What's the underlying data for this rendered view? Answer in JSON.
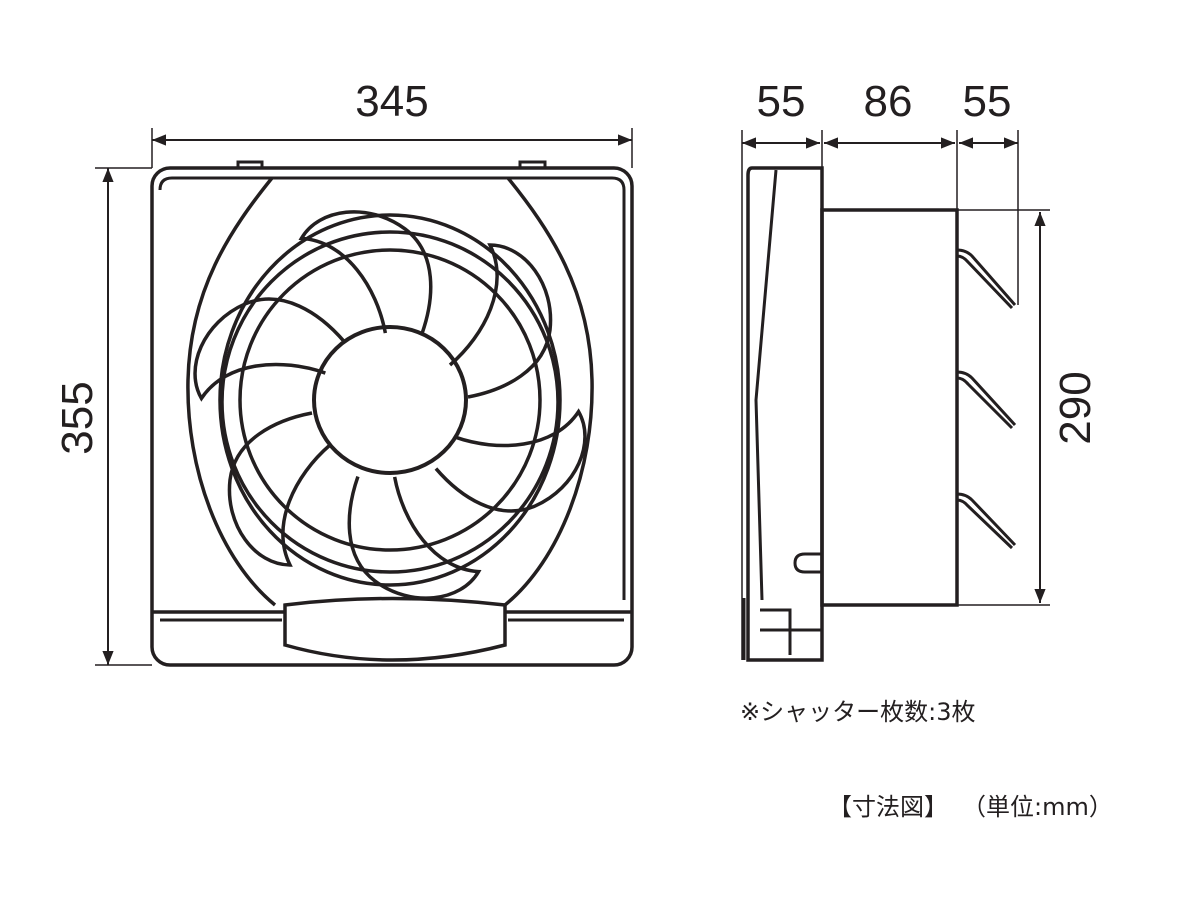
{
  "dimensions": {
    "front_width": "345",
    "front_height": "355",
    "side_front_depth": "55",
    "side_body_depth": "86",
    "side_shutter_depth": "55",
    "side_body_height": "290"
  },
  "notes": {
    "shutter_count": "※シャッター枚数:3枚",
    "title": "【寸法図】",
    "unit": "（単位:mm）"
  },
  "colors": {
    "line": "#231f20",
    "background": "#ffffff"
  }
}
